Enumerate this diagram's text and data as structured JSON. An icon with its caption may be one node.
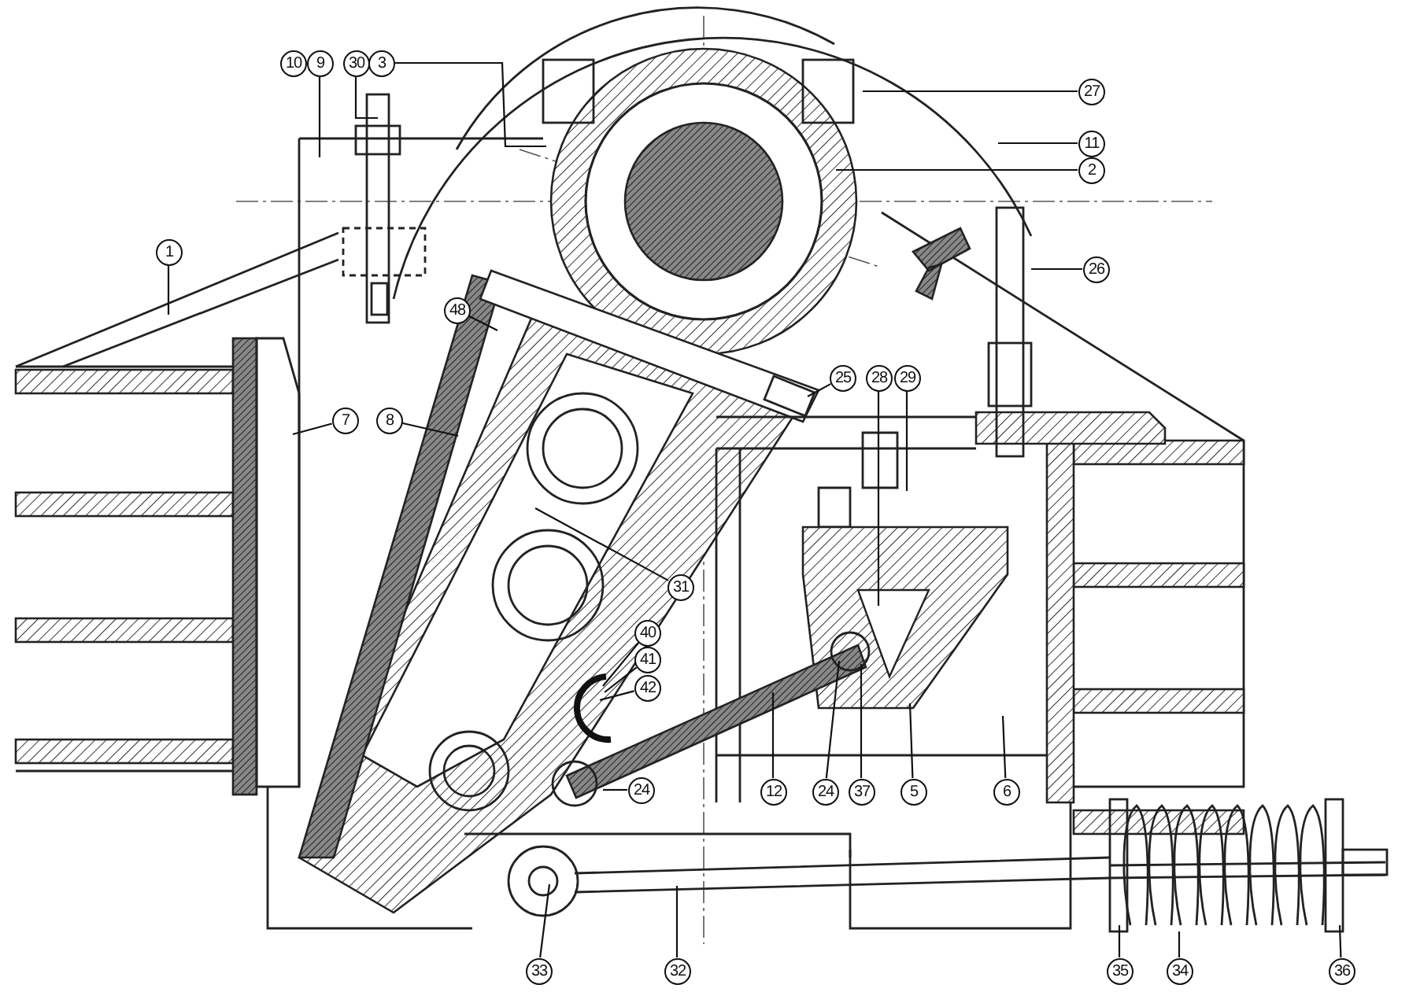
{
  "diagram": {
    "nodes": [
      {
        "text": [
          "9"
        ]
      },
      {
        "text": [
          "30"
        ]
      },
      {
        "text": [
          "3"
        ]
      },
      {
        "text": [
          "27"
        ]
      },
      {
        "text": [
          "11"
        ]
      },
      {
        "text": [
          "2"
        ]
      },
      {
        "text": [
          "1"
        ]
      },
      {
        "text": [
          "26"
        ]
      },
      {
        "text": [
          "48"
        ]
      },
      {
        "text": [
          "25"
        ]
      },
      {
        "text": [
          "28"
        ]
      },
      {
        "text": [
          "29"
        ]
      },
      {
        "text": [
          "7"
        ]
      },
      {
        "text": [
          "8"
        ]
      },
      {
        "text": [
          "31"
        ]
      },
      {
        "text": [
          "40"
        ]
      },
      {
        "text": [
          "41"
        ]
      },
      {
        "text": [
          "42"
        ]
      },
      {
        "text": [
          "24"
        ]
      },
      {
        "text": [
          "12"
        ]
      },
      {
        "text": [
          "24"
        ]
      },
      {
        "text": [
          "37"
        ]
      },
      {
        "text": [
          "5"
        ]
      },
      {
        "text": [
          "6"
        ]
      },
      {
        "text": [
          "33"
        ]
      },
      {
        "text": [
          "32"
        ]
      },
      {
        "text": [
          "35"
        ]
      },
      {
        "text": [
          "34"
        ]
      },
      {
        "text": [
          "36"
        ]
      },
      {
        "text": [
          "10"
        ]
      }
    ],
    "edges": [
      {
        "from": 0,
        "to": null,
        "arrow": "none"
      },
      {
        "from": 1,
        "to": null,
        "arrow": "none"
      },
      {
        "from": 2,
        "to": null,
        "arrow": "none"
      },
      {
        "from": 3,
        "to": null,
        "arrow": "none"
      },
      {
        "from": 4,
        "to": null,
        "arrow": "none"
      },
      {
        "from": 5,
        "to": null,
        "arrow": "none"
      },
      {
        "from": 6,
        "to": null,
        "arrow": "none"
      },
      {
        "from": 7,
        "to": null,
        "arrow": "none"
      },
      {
        "from": 8,
        "to": null,
        "arrow": "none"
      },
      {
        "from": 9,
        "to": null,
        "arrow": "none"
      },
      {
        "from": 10,
        "to": null,
        "arrow": "none"
      },
      {
        "from": 11,
        "to": null,
        "arrow": "none"
      },
      {
        "from": 12,
        "to": null,
        "arrow": "none"
      },
      {
        "from": 13,
        "to": null,
        "arrow": "none"
      },
      {
        "from": 14,
        "to": null,
        "arrow": "none"
      },
      {
        "from": 15,
        "to": null,
        "arrow": "none"
      },
      {
        "from": 16,
        "to": null,
        "arrow": "none"
      },
      {
        "from": 17,
        "to": null,
        "arrow": "none"
      },
      {
        "from": 18,
        "to": null,
        "arrow": "none"
      },
      {
        "from": 19,
        "to": null,
        "arrow": "none"
      },
      {
        "from": 20,
        "to": null,
        "arrow": "none"
      },
      {
        "from": 21,
        "to": null,
        "arrow": "none"
      },
      {
        "from": 22,
        "to": null,
        "arrow": "none"
      },
      {
        "from": 23,
        "to": null,
        "arrow": "none"
      },
      {
        "from": 24,
        "to": null,
        "arrow": "none"
      },
      {
        "from": 25,
        "to": null,
        "arrow": "none"
      },
      {
        "from": 26,
        "to": null,
        "arrow": "none"
      },
      {
        "from": 27,
        "to": null,
        "arrow": "none"
      },
      {
        "from": 28,
        "to": null,
        "arrow": "none"
      }
    ]
  }
}
